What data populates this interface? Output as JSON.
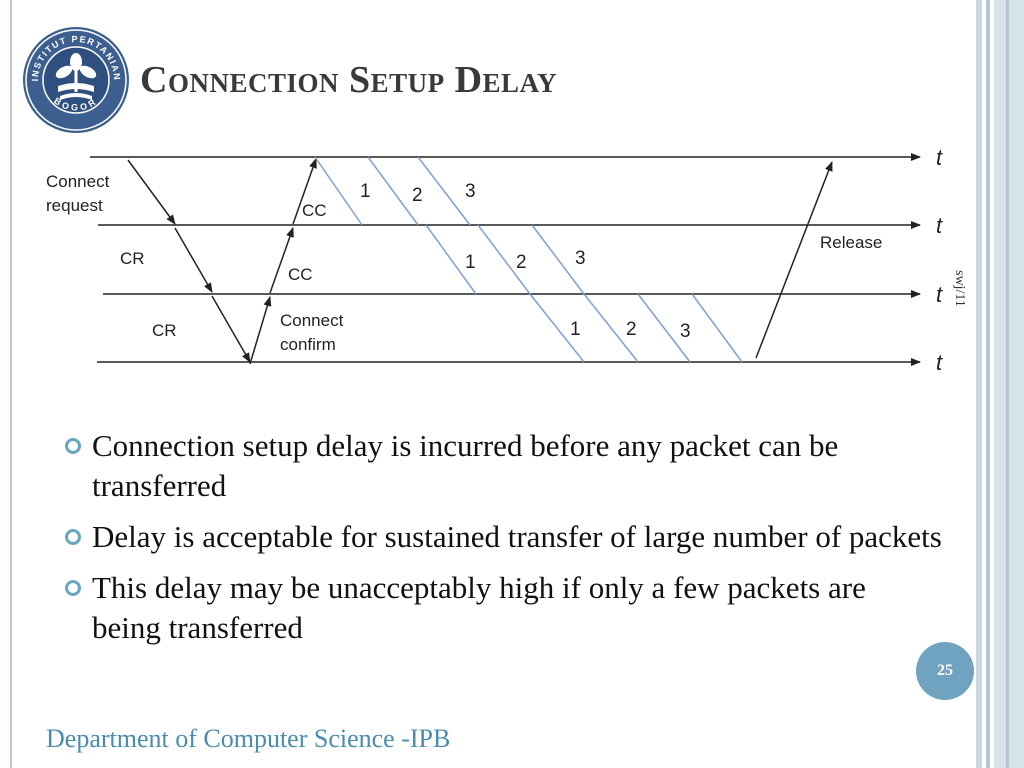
{
  "slide": {
    "title": "Connection Setup Delay",
    "logo": {
      "ring_text_top": "INSTITUT PERTANIAN",
      "ring_text_bottom": "BOGOR",
      "colors": {
        "ring": "#3d5f8f",
        "inner": "#2f4f7f",
        "foreground": "#ffffff"
      }
    },
    "side_code": "swj/11",
    "page_number": "25",
    "footer": "Department of Computer Science -IPB",
    "bullets": [
      {
        "text": "Connection setup delay is incurred before any packet can be transferred"
      },
      {
        "text": "Delay is acceptable for sustained transfer of large number of packets"
      },
      {
        "text": "This delay may be unacceptably high if only a few packets are being transferred"
      }
    ],
    "bullet_icon": "circle-bullet-icon",
    "colors": {
      "bullet": "#6aa6c4",
      "badge": "#6fa3bf",
      "footer": "#4a8cb0",
      "packet_lines": "#7f9fd8",
      "signal_lines": "#222222"
    }
  },
  "diagram": {
    "time_label": "t",
    "connect_request": [
      "Connect",
      "request"
    ],
    "connect_confirm": [
      "Connect",
      "confirm"
    ],
    "cr_label": "CR",
    "cc_label": "CC",
    "release_label": "Release",
    "packet_labels": [
      "1",
      "2",
      "3"
    ]
  }
}
